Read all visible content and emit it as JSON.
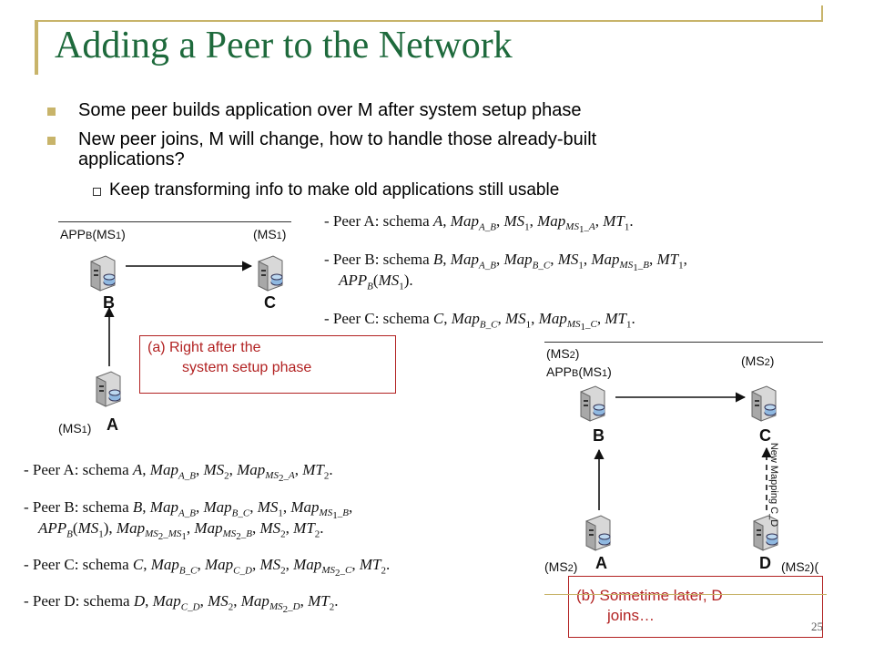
{
  "title": "Adding a Peer to the Network",
  "bullets": [
    "Some peer builds application over M after system setup phase",
    "New peer joins, M will change, how to handle those already-built",
    "applications?"
  ],
  "sub_bullet": "Keep transforming info to make old applications still usable",
  "diagram_a": {
    "label_b_top": "APPB(MS1)",
    "label_c_top": "(MS1)",
    "node_b": "B",
    "node_c": "C",
    "node_a": "A",
    "label_a_bottom": "(MS1)",
    "caption_line1": "(a) Right after the",
    "caption_line2": "system setup phase"
  },
  "diagram_b": {
    "label_ms2_top": "(MS2)",
    "label_b_top": "APPB(MS1)",
    "label_c_top": "(MS2)",
    "node_b": "B",
    "node_c": "C",
    "node_a": "A",
    "node_d": "D",
    "label_a_bottom": "(MS2)",
    "label_d_bottom": "(MS2)(",
    "edge_label": "New Mapping C_D",
    "caption_line1": "(b) Sometime later, D",
    "caption_line2": "joins…"
  },
  "peers_top": {
    "a": "- Peer A: schema A, MapA_B, MS1, MapMS1_A, MT1.",
    "b1": "- Peer B: schema B, MapA_B, MapB_C, MS1, MapMS1_B, MT1,",
    "b2": "APPB(MS1).",
    "c": "- Peer C: schema C, MapB_C, MS1, MapMS1_C, MT1."
  },
  "peers_bottom": {
    "a": "- Peer A: schema A, MapA_B, MS2, MapMS2_A, MT2.",
    "b1": "- Peer B: schema B, MapA_B, MapB_C, MS1, MapMS1_B,",
    "b2": "APPB(MS1), MapMS2_MS1, MapMS2_B, MS2, MT2.",
    "c": "- Peer C: schema C, MapB_C, MapC_D, MS2, MapMS2_C, MT2.",
    "d": "- Peer D: schema D, MapC_D, MS2, MapMS2_D, MT2."
  },
  "page_number": "25",
  "colors": {
    "title": "#1e6a3c",
    "accent": "#c8b46a",
    "callout": "#b22222"
  }
}
